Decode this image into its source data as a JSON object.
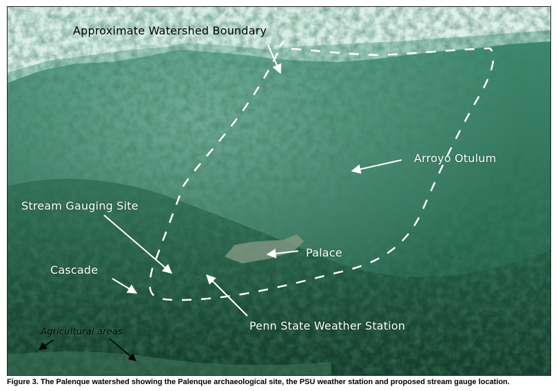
{
  "labels": {
    "boundary": "Approximate Watershed Boundary",
    "arroyo": "Arroyo Otulum",
    "gauging": "Stream Gauging Site",
    "palace": "Palace",
    "cascade": "Cascade",
    "weather": "Penn State Weather Station",
    "agricultural": "Agricultural areas"
  },
  "caption": "Figure 3. The Palenque watershed showing the Palenque archaeological site, the PSU weather station and proposed stream gauge location.",
  "colors": {
    "sky": "#e8f3ee",
    "forest_dark": "#17402e",
    "forest_mid": "#2b6e55",
    "annotation": "#ffffff"
  }
}
